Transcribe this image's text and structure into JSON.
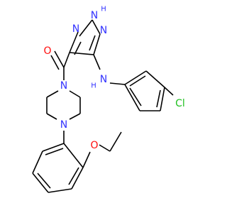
{
  "atom_labels": {
    "n_triazole_h": "N",
    "h_triazole": "H",
    "n_triazole_left": "N",
    "n_triazole_lower": "N",
    "o_carbonyl": "O",
    "n_amine": "N",
    "h_amine": "H",
    "cl": "Cl",
    "n_piperazine_top": "N",
    "n_piperazine_bottom": "N",
    "o_ether": "O"
  },
  "colors": {
    "bond": "#000000",
    "nitrogen": "#3333ff",
    "oxygen": "#ff0d0d",
    "chlorine": "#1fbf1f",
    "background": "#ffffff"
  }
}
